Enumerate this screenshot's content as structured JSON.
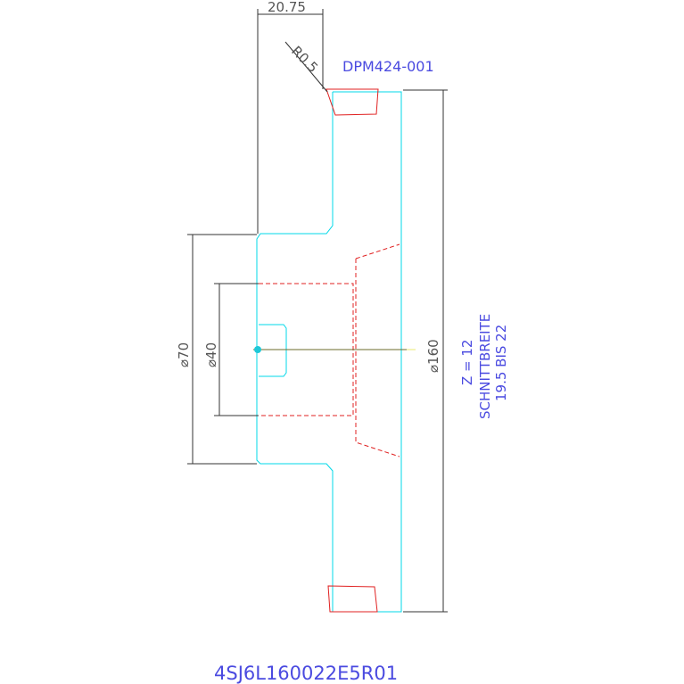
{
  "drawing": {
    "dimensions": {
      "width_top": "20.75",
      "radius": "R0.5",
      "dia_outer": "⌀160",
      "dia_hub": "⌀70",
      "dia_bore": "⌀40"
    },
    "part_number": "DPM424-001",
    "notes": {
      "teeth": "Z = 12",
      "cut_width_label": "SCHNITTBREITE",
      "cut_width_range": "19.5 BIS 22"
    },
    "drawing_code": "4SJ6L160022E5R01"
  },
  "colors": {
    "outline": "#00d8e8",
    "tooth": "#e02020",
    "text": "#4a4ae0",
    "dimension": "#333333"
  }
}
